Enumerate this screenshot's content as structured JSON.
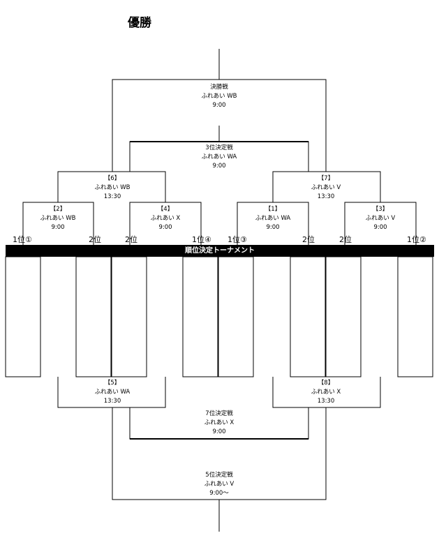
{
  "title": "優勝",
  "banner": "順位決定トーナメント",
  "final": {
    "name": "決勝戦",
    "venue": "ふれあい WB",
    "time": "9:00"
  },
  "third_place": {
    "name": "3位決定戦",
    "venue": "ふれあい WA",
    "time": "9:00"
  },
  "semi6": {
    "no": "【6】",
    "venue": "ふれあい WB",
    "time": "13:30"
  },
  "semi7": {
    "no": "【7】",
    "venue": "ふれあい V",
    "time": "13:30"
  },
  "q2": {
    "no": "【2】",
    "venue": "ふれあい WB",
    "time": "9:00"
  },
  "q4": {
    "no": "【4】",
    "venue": "ふれあい X",
    "time": "9:00"
  },
  "q1": {
    "no": "【1】",
    "venue": "ふれあい WA",
    "time": "9:00"
  },
  "q3": {
    "no": "【3】",
    "venue": "ふれあい V",
    "time": "9:00"
  },
  "seeds": [
    "1位①",
    "2位",
    "2位",
    "1位④",
    "1位③",
    "2位",
    "2位",
    "1位②"
  ],
  "m5": {
    "no": "【5】",
    "venue": "ふれあい WA",
    "time": "13:30"
  },
  "m8": {
    "no": "【8】",
    "venue": "ふれあい X",
    "time": "13:30"
  },
  "seventh_place": {
    "name": "7位決定戦",
    "venue": "ふれあい X",
    "time": "9:00"
  },
  "fifth_place": {
    "name": "5位決定戦",
    "venue": "ふれあい V",
    "time": "9:00～"
  }
}
